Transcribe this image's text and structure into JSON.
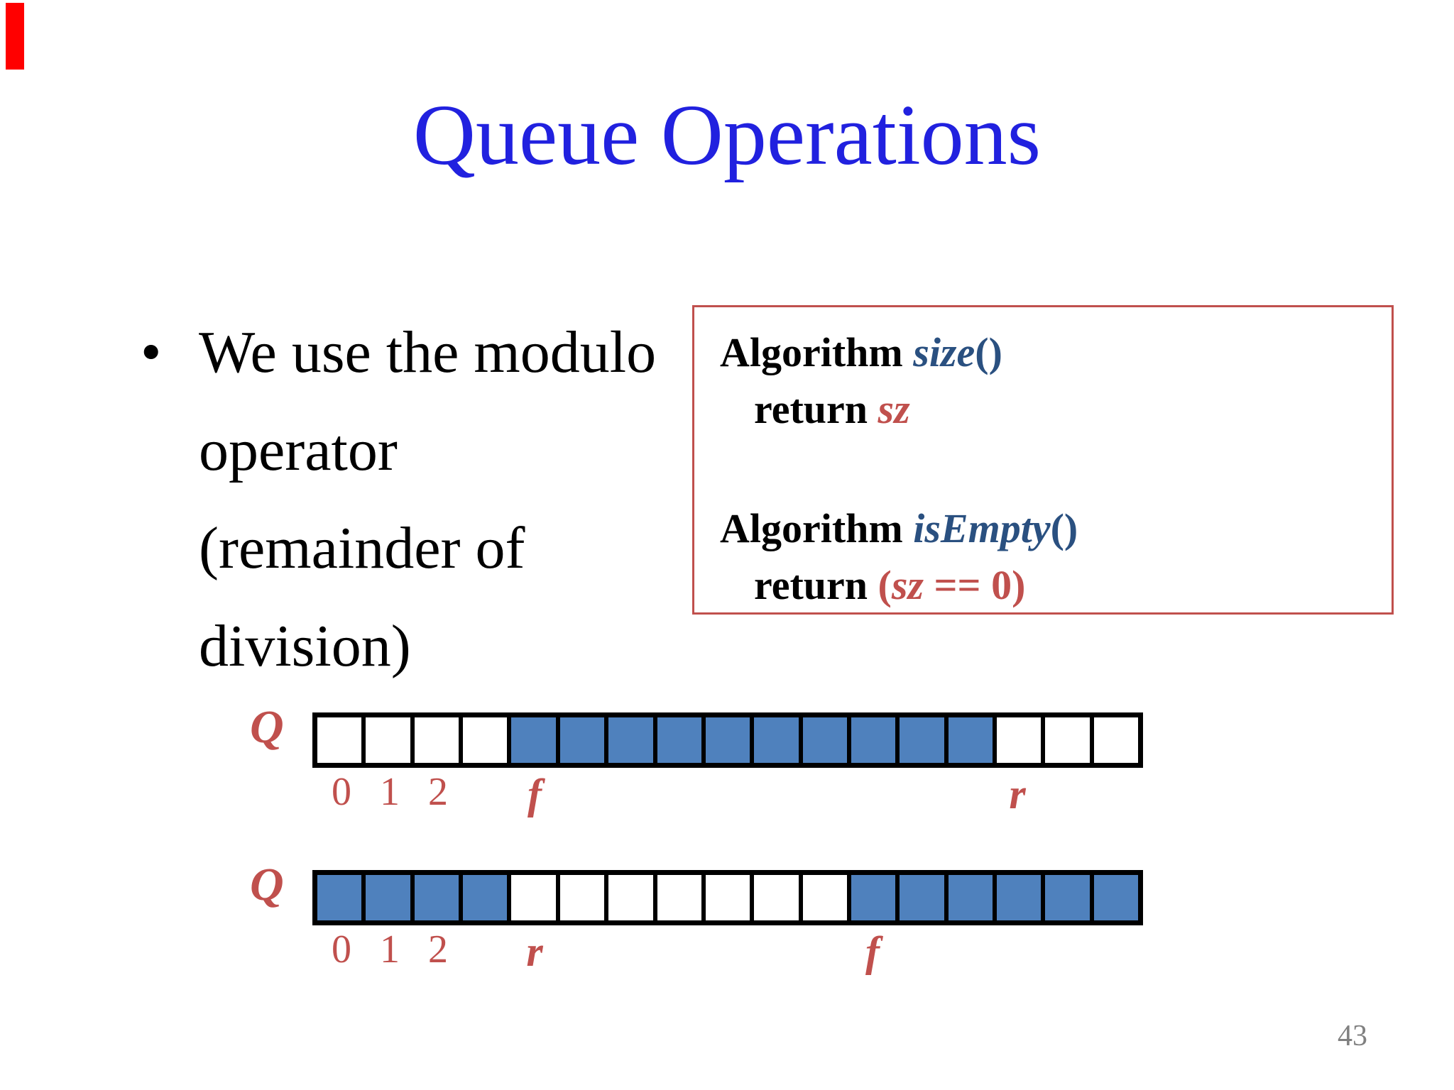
{
  "colors": {
    "title_blue": "#2121df",
    "algo_navy": "#2a5080",
    "crimson": "#c0504d",
    "cell_blue": "#4f81bd",
    "cell_border": "#000000",
    "box_border": "#c0504d",
    "page_gray": "#808080",
    "corner_red": "#ff0000"
  },
  "title": "Queue Operations",
  "bullet": {
    "marker": "•",
    "lines": [
      "We use the modulo",
      "operator",
      "(remainder of",
      "division)"
    ]
  },
  "algorithm_box": {
    "lines": [
      {
        "indent": false,
        "gap": false,
        "segments": [
          {
            "text": "Algorithm ",
            "style": "kw"
          },
          {
            "text": "size",
            "style": "fn"
          },
          {
            "text": "()",
            "style": "fn-paren"
          }
        ]
      },
      {
        "indent": true,
        "gap": false,
        "segments": [
          {
            "text": "return ",
            "style": "kw"
          },
          {
            "text": "sz",
            "style": "var"
          }
        ]
      },
      {
        "indent": false,
        "gap": true,
        "segments": [
          {
            "text": "Algorithm ",
            "style": "kw"
          },
          {
            "text": "isEmpty",
            "style": "fn"
          },
          {
            "text": "()",
            "style": "fn-paren"
          }
        ]
      },
      {
        "indent": true,
        "gap": false,
        "segments": [
          {
            "text": "return ",
            "style": "kw"
          },
          {
            "text": "(",
            "style": "val"
          },
          {
            "text": "sz",
            "style": "var"
          },
          {
            "text": " == 0)",
            "style": "val"
          }
        ]
      }
    ]
  },
  "queues": [
    {
      "label": "Q",
      "cells": [
        0,
        0,
        0,
        0,
        1,
        1,
        1,
        1,
        1,
        1,
        1,
        1,
        1,
        1,
        0,
        0,
        0
      ],
      "index_labels": [
        {
          "text": "0",
          "cell": 0,
          "emph": false
        },
        {
          "text": "1",
          "cell": 1,
          "emph": false
        },
        {
          "text": "2",
          "cell": 2,
          "emph": false
        },
        {
          "text": "f",
          "cell": 4,
          "emph": true
        },
        {
          "text": "r",
          "cell": 14,
          "emph": true
        }
      ]
    },
    {
      "label": "Q",
      "cells": [
        1,
        1,
        1,
        1,
        0,
        0,
        0,
        0,
        0,
        0,
        0,
        1,
        1,
        1,
        1,
        1,
        1
      ],
      "index_labels": [
        {
          "text": "0",
          "cell": 0,
          "emph": false
        },
        {
          "text": "1",
          "cell": 1,
          "emph": false
        },
        {
          "text": "2",
          "cell": 2,
          "emph": false
        },
        {
          "text": "r",
          "cell": 4,
          "emph": true
        },
        {
          "text": "f",
          "cell": 11,
          "emph": true
        }
      ]
    }
  ],
  "page_number": "43"
}
